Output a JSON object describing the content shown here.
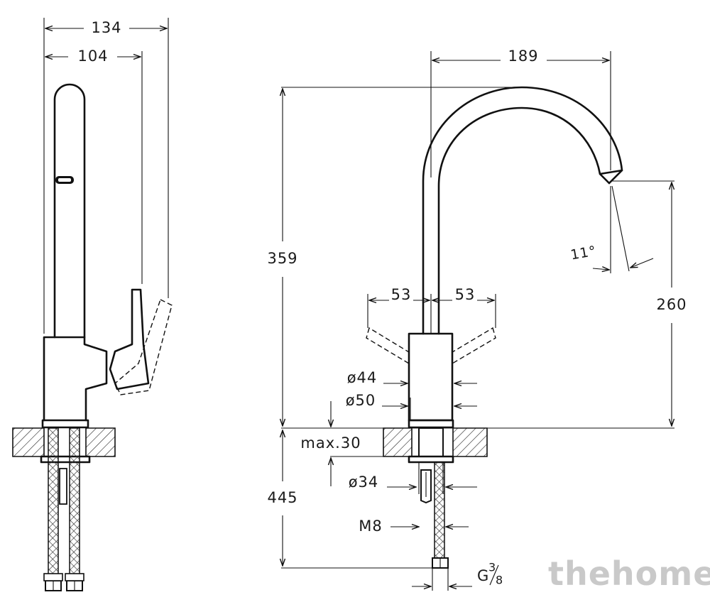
{
  "dimensions": {
    "overall_width_side": "134",
    "handle_reach_side": "104",
    "spout_reach": "189",
    "total_height": "359",
    "spout_outlet_height": "260",
    "spout_angle": "11°",
    "lever_swing_left": "53",
    "lever_swing_right": "53",
    "body_diameter": "ø44",
    "base_diameter": "ø50",
    "max_countertop": "max.30",
    "shank_diameter": "ø34",
    "stud_thread": "M8",
    "hose_below_counter": "445",
    "hose_thread_base": "G",
    "hose_thread_num": "3",
    "hose_thread_den": "8"
  },
  "watermark": "thehome"
}
